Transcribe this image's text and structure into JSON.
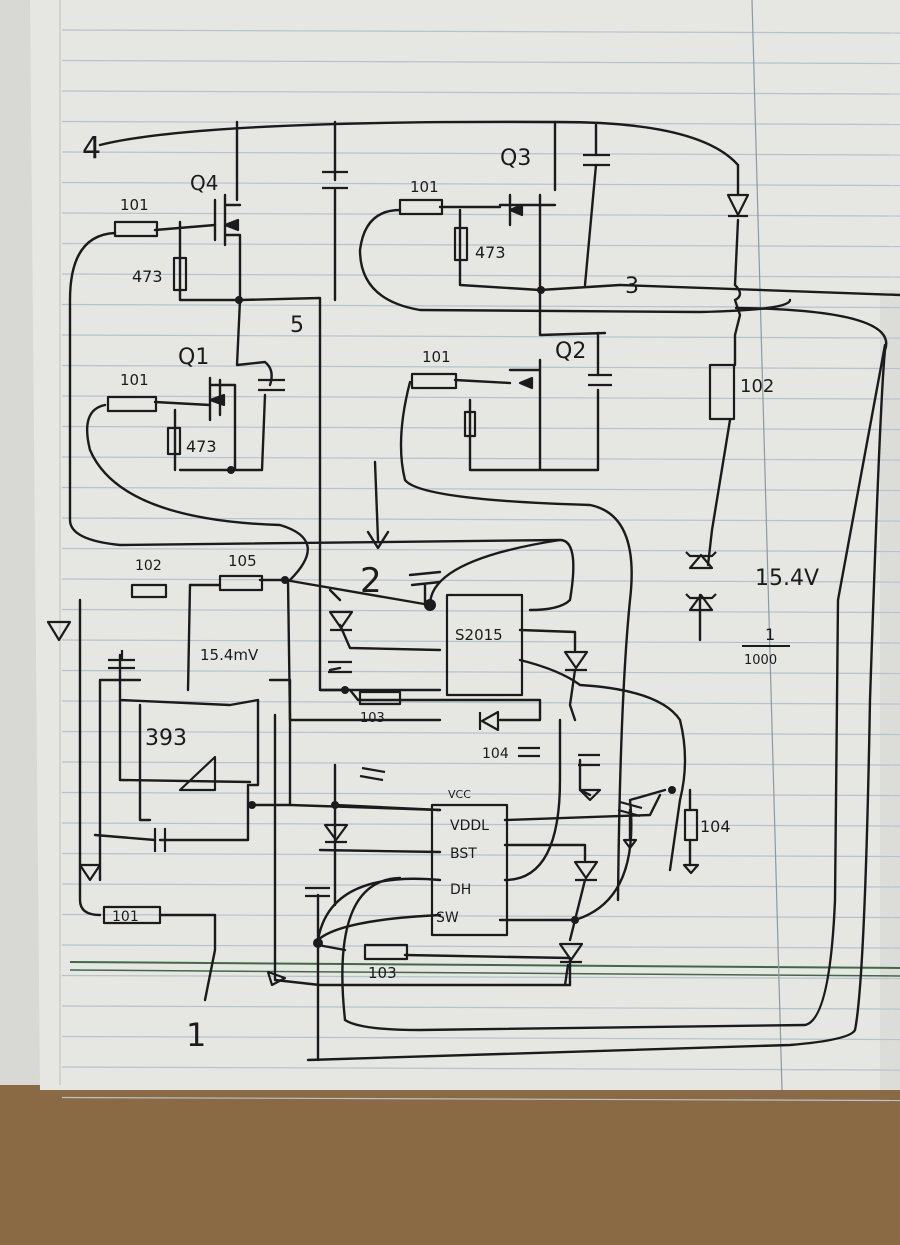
{
  "colors": {
    "ink": "#1b1b1b",
    "paper": "#e6e6e2",
    "rule": "#b9c2c8",
    "margin_line": "#8e9aa0",
    "green_rule": "#3d6b48",
    "table": "#8a6a45"
  },
  "labels": {
    "q4": "Q4",
    "q3": "Q3",
    "q1": "Q1",
    "q2": "Q2",
    "r101_q4": "101",
    "r473_q4": "473",
    "r101_q3": "101",
    "r473_q3": "473",
    "r101_q1": "101",
    "r473_q1": "473",
    "r101_q2": "101",
    "r102_right": "102",
    "node_4": "4",
    "node_3": "3",
    "node_5": "5",
    "node_2": "2",
    "node_1": "1",
    "zener_v": "15.4V",
    "cap_top": "1",
    "cap_bottom": "1000",
    "r102_left": "102",
    "r105": "105",
    "voltage_left": "15.4mV",
    "comparator": "393",
    "chip_top": "S2015",
    "r103_mid": "103",
    "cap104_mid": "104",
    "vcc": "VCC",
    "chip_pin_top": "VDDL",
    "bst": "BST",
    "dh": "DH",
    "sw": "SW",
    "r104_right": "104",
    "r103_bottom": "103",
    "r101_bottom": "101"
  }
}
